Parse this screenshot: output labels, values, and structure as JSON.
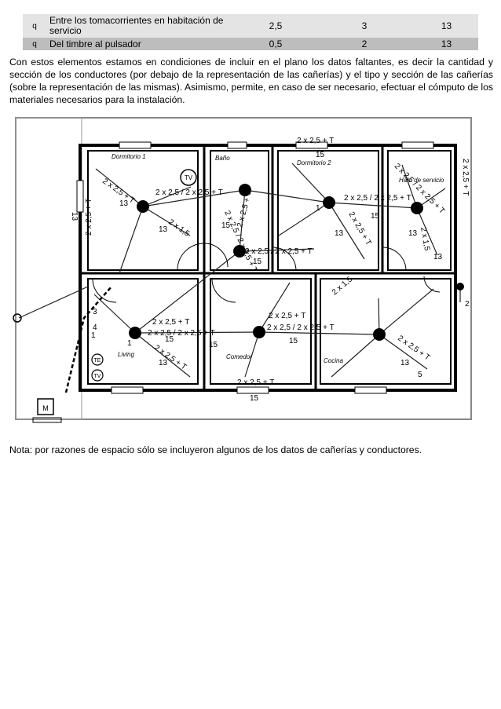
{
  "table": {
    "rows": [
      {
        "bullet": "q",
        "description": "Entre los tomacorrientes en habitación de servicio",
        "v1": "2,5",
        "v2": "3",
        "v3": "13"
      },
      {
        "bullet": "q",
        "description": "Del timbre al pulsador",
        "v1": "0,5",
        "v2": "2",
        "v3": "13"
      }
    ]
  },
  "paragraph": "Con estos elementos estamos en condiciones de incluir en el plano los datos faltantes, es decir la cantidad y sección de los conductores (por debajo de la representación de las cañerías) y el tipo y sección de las cañerías (sobre la representación de las mismas). Asimismo, permite, en caso de ser necesario, efectuar el cómputo de los materiales necesarios para la instalación.",
  "plan": {
    "rooms": {
      "dormitorio1": "Dormitorio 1",
      "bano": "Baño",
      "dormitorio2": "Dormitorio 2",
      "servicio": "Hab. de servicio",
      "living": "Living",
      "comedor": "Comedor",
      "cocina": "Cocina"
    },
    "labels": {
      "c1": "2 x 2,5 + T",
      "c2": "2 x 2,5 / 2 x 2,5 + T",
      "c3": "2 x 1,5",
      "c4": "2 x 2,5 + T",
      "c5": "2 x 2,5 / 2 x 2,5 + T",
      "c6": "2 x 2,5 + T",
      "c7": "2 x 2,5 / 2 x 2,5 + T",
      "c8": "2 x 2,5 + T",
      "c9": "2 x 1,5",
      "c10": "2 x 2,5 + T",
      "c11": "2 x 2,5 / 2 x 2,5 + T",
      "c12": "2 x 2,5 / 2 x 2,5 + T",
      "c13": "2 x 2,5 + T",
      "c14": "2 x 2,5 + T",
      "c15": "2 x 1,5",
      "c16": "2 x 2,5 + T",
      "c17": "2 x 2,5 + T",
      "c18": "2 x 2,5 / 2 x 2,5 + T",
      "c19": "2 x 2,5 / 2 x 2,5 + T",
      "c20": "2 x 2,5 + T",
      "c21": "2 x 2,5 + T",
      "p13": "13",
      "p15": "15",
      "tv": "TV",
      "tel": "TE",
      "meter": "M",
      "n1": "1",
      "n2": "2",
      "n3": "3",
      "n4": "4",
      "n5": "5"
    }
  },
  "note": "Nota: por razones de espacio sólo se incluyeron algunos de los datos de cañerías y conductores."
}
